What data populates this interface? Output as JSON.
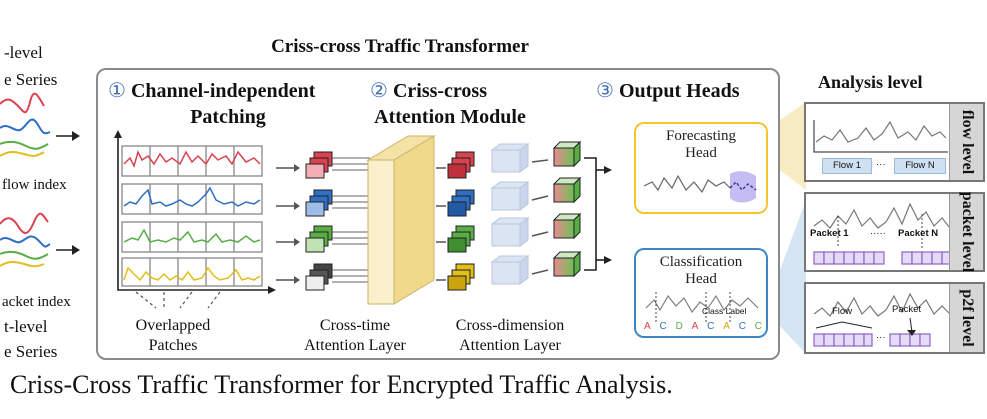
{
  "left": {
    "top_title_line1": "-level",
    "top_title_line2": "e Series",
    "top_axis": "flow index",
    "bottom_axis": "acket index",
    "bottom_title_line1": "t-level",
    "bottom_title_line2": "e Series"
  },
  "main": {
    "title": "Criss-cross Traffic Transformer",
    "step1": {
      "num": "①",
      "line1": "Channel-independent",
      "line2": "Patching",
      "caption_line1": "Overlapped",
      "caption_line2": "Patches"
    },
    "step2": {
      "num": "②",
      "line1": "Criss-cross",
      "line2": "Attention Module",
      "caption_a_line1": "Cross-time",
      "caption_a_line2": "Attention Layer",
      "caption_b_line1": "Cross-dimension",
      "caption_b_line2": "Attention Layer"
    },
    "step3": {
      "num": "③",
      "line1": "Output Heads"
    },
    "forecast": {
      "line1": "Forecasting",
      "line2": "Head"
    },
    "classify": {
      "line1": "Classification",
      "line2": "Head",
      "class_label": "Class Label",
      "letters": [
        "A",
        "C",
        "D",
        "A",
        "C",
        "A",
        "C",
        "C"
      ]
    }
  },
  "analysis": {
    "title": "Analysis level",
    "flow": {
      "tag": "flow level",
      "left_label": "Flow 1",
      "dots": "···",
      "right_label": "Flow N"
    },
    "packet": {
      "tag": "packet level",
      "left_label": "Packet 1",
      "dots": "·····",
      "right_label": "Packet N"
    },
    "p2f": {
      "tag": "p2f level",
      "flow_label": "Flow",
      "packet_label": "Packet",
      "dots": "···"
    }
  },
  "caption": "Criss-Cross Traffic Transformer for Encrypted Traffic Analysis.",
  "colors": {
    "red": "#d9434f",
    "blue": "#2f6fc4",
    "green": "#58ad45",
    "yellow": "#e2be1a",
    "forecast_border": "#f2c530",
    "classify_border": "#3d86c6",
    "frame": "#8a8a8a",
    "purple": "#8b63c9",
    "step_num": "#3f6db3"
  }
}
